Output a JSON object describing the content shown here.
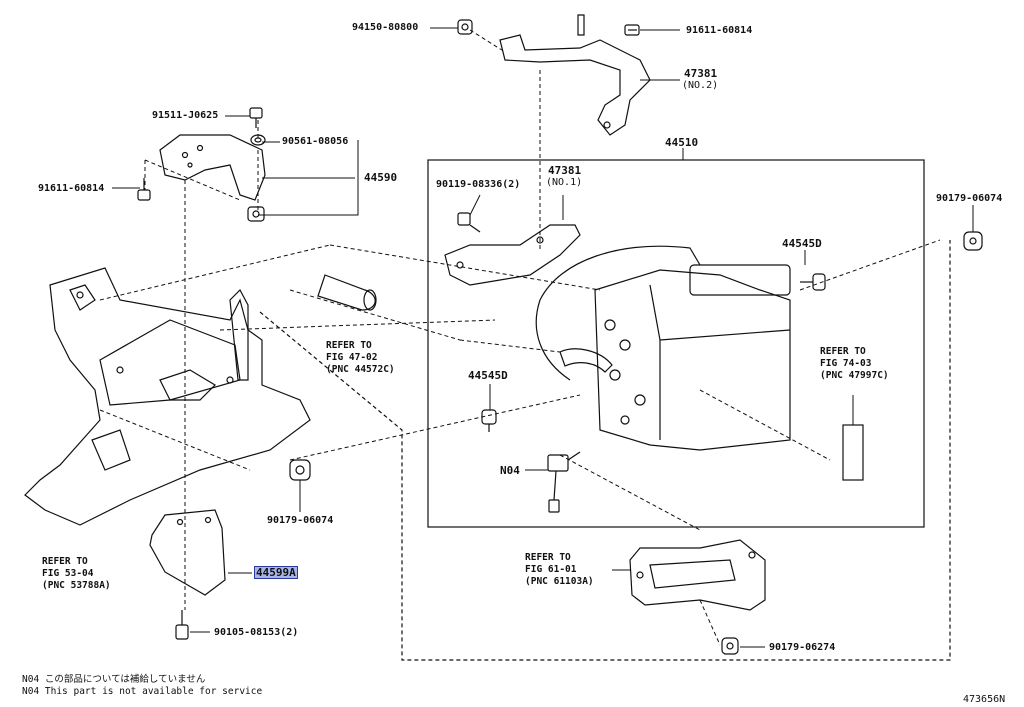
{
  "callouts": {
    "p94150": "94150-80800",
    "p91611a": "91611-60814",
    "p47381_2": "47381",
    "p47381_2_note": "(NO.2)",
    "p91511": "91511-J0625",
    "p90561": "90561-08056",
    "p44590": "44590",
    "p91611b": "91611-60814",
    "p44510": "44510",
    "p90119": "90119-08336(2)",
    "p47381_1": "47381",
    "p47381_1_note": "(NO.1)",
    "p90179a": "90179-06074",
    "p44545a": "44545D",
    "p44545b": "44545D",
    "pN04": "N04",
    "p90179b": "90179-06074",
    "p44599": "44599A",
    "p90105": "90105-08153(2)",
    "p90179c": "90179-06274"
  },
  "references": {
    "r47": "REFER TO\nFIG 47-02\n(PNC 44572C)",
    "r74": "REFER TO\nFIG 74-03\n(PNC 47997C)",
    "r53": "REFER TO\nFIG 53-04\n(PNC 53788A)",
    "r61": "REFER TO\nFIG 61-01\n(PNC 61103A)"
  },
  "notes": {
    "line1": "N04 この部品については補給していません",
    "line2": "N04 This part is not available for service"
  },
  "figure_number": "473656N",
  "highlight_color": "#a9b4e6"
}
